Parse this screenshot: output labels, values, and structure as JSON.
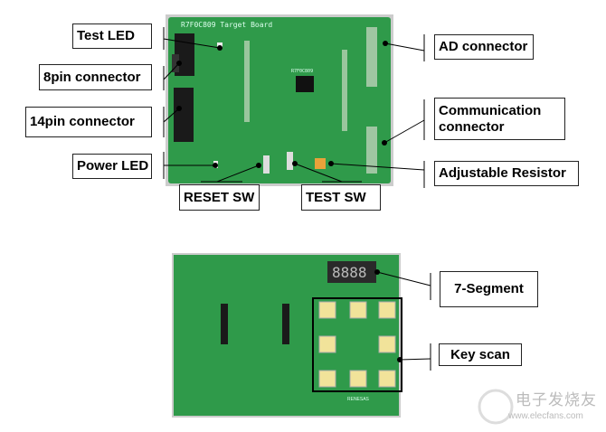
{
  "top_board": {
    "silkscreen_title": "R7F0C809 Target Board",
    "chip_label": "R7F0C809",
    "labels": {
      "test_led": "Test LED",
      "pin8": "8pin connector",
      "pin14": "14pin connector",
      "power_led": "Power LED",
      "reset_sw": "RESET SW",
      "test_sw": "TEST SW",
      "ad": "AD connector",
      "comm": "Communication connector",
      "adj": "Adjustable Resistor"
    }
  },
  "bottom_board": {
    "labels": {
      "seg": "7-Segment",
      "key": "Key scan"
    },
    "display_digits": "8888",
    "brand": "RENESAS"
  },
  "watermark": {
    "text": "电子发烧友",
    "url_text": "www.elecfans.com"
  },
  "colors": {
    "pcb": "#2f9a4a",
    "pcb_dark": "#22803b",
    "key": "#f1e39a"
  }
}
